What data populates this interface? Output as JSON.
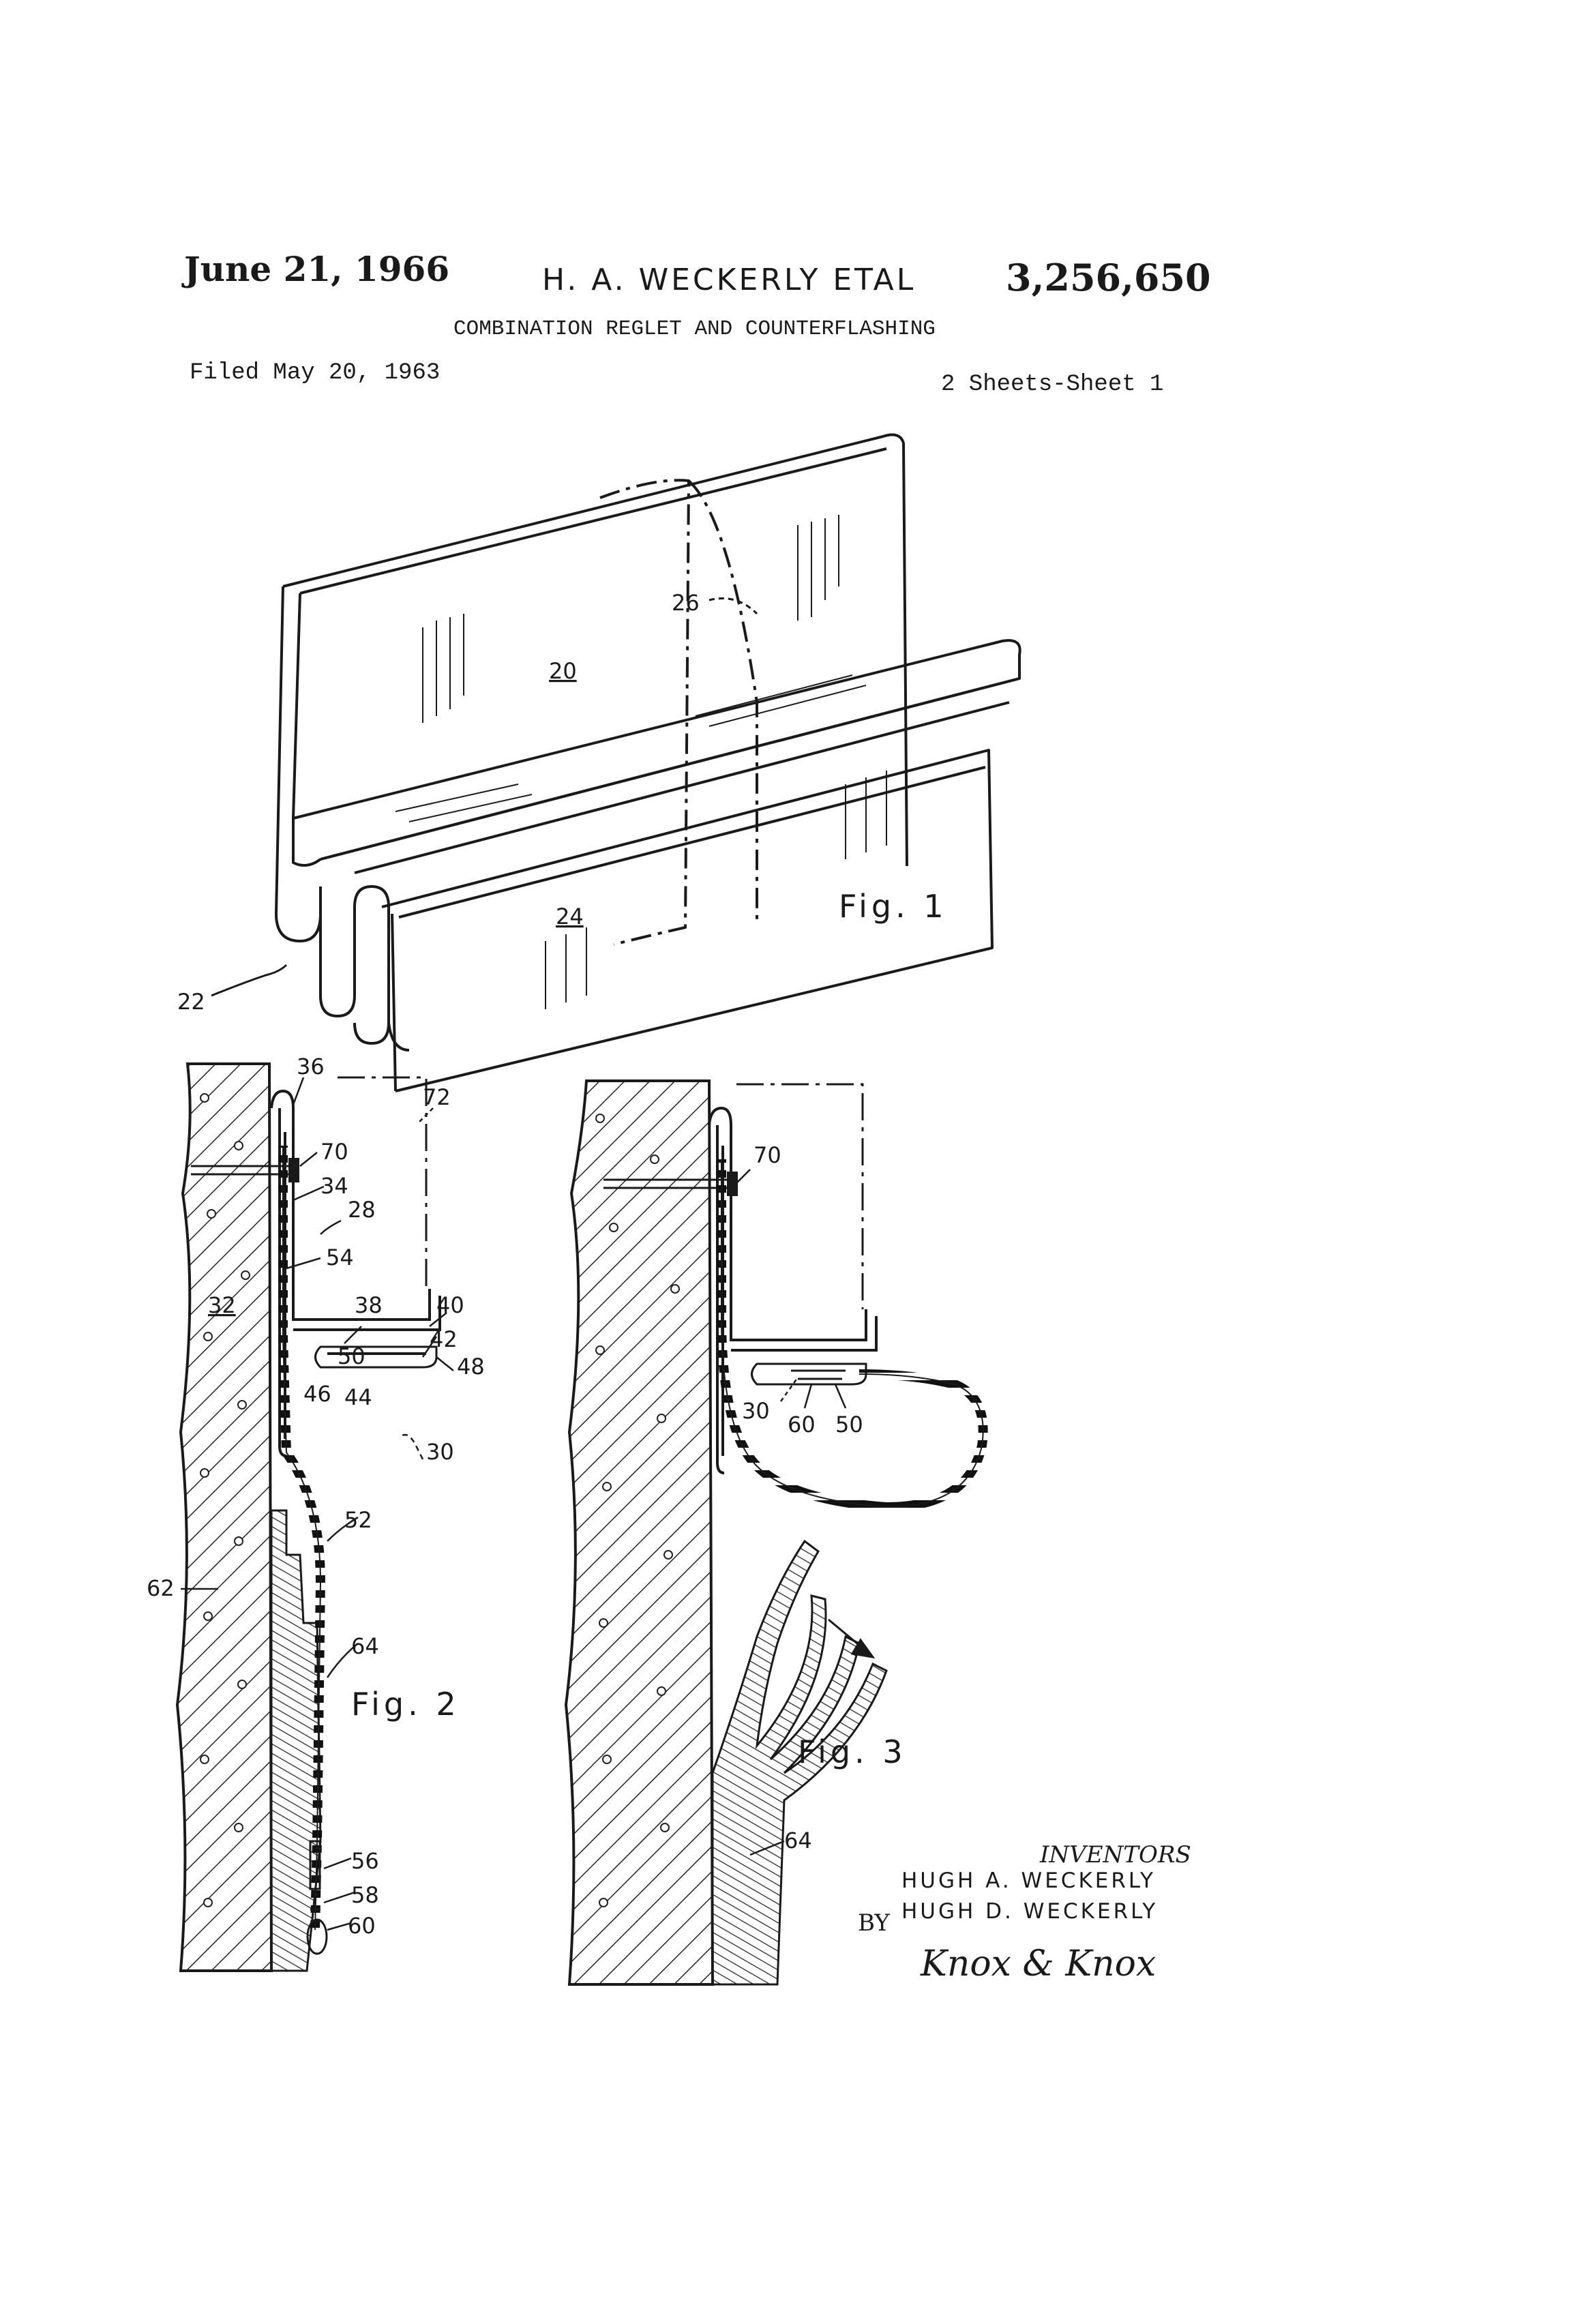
{
  "header": {
    "date": "June 21, 1966",
    "inventor": "H. A. WECKERLY ETAL",
    "patent_number": "3,256,650",
    "title": "COMBINATION REGLET AND COUNTERFLASHING",
    "filed": "Filed May 20, 1963",
    "sheets": "2 Sheets-Sheet 1"
  },
  "figures": {
    "fig1": {
      "caption": "Fig. 1",
      "labels": {
        "l20": "20",
        "l22": "22",
        "l24": "24",
        "l26": "26"
      }
    },
    "fig2": {
      "caption": "Fig. 2",
      "labels": {
        "l28": "28",
        "l30": "30",
        "l32": "32",
        "l34": "34",
        "l36": "36",
        "l38": "38",
        "l40": "40",
        "l42": "42",
        "l44": "44",
        "l46": "46",
        "l48": "48",
        "l50": "50",
        "l52": "52",
        "l54": "54",
        "l56": "56",
        "l58": "58",
        "l60": "60",
        "l62": "62",
        "l64": "64",
        "l70": "70",
        "l72": "72"
      }
    },
    "fig3": {
      "caption": "Fig. 3",
      "labels": {
        "l30": "30",
        "l50": "50",
        "l60": "60",
        "l64": "64",
        "l70": "70"
      }
    }
  },
  "inventors": {
    "heading": "INVENTORS",
    "name1": "HUGH  A.  WECKERLY",
    "name2": "HUGH  D.  WECKERLY",
    "by": "BY",
    "attorneys": "Knox & Knox"
  }
}
